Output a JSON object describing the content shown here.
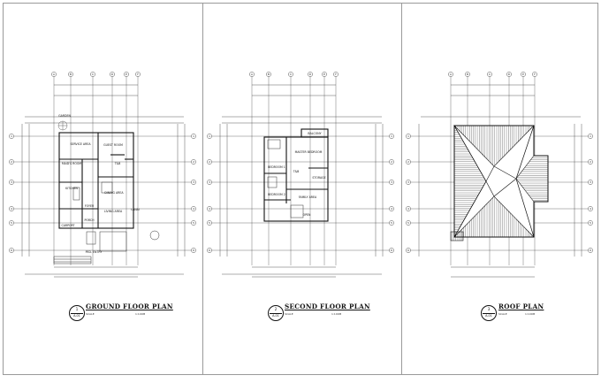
{
  "grid_labels": [
    "A",
    "B",
    "C",
    "D",
    "E",
    "F"
  ],
  "row_labels": [
    "1",
    "2",
    "3",
    "4",
    "5",
    "6"
  ],
  "ground": {
    "title": "GROUND FLOOR PLAN",
    "number": "1",
    "sheet": "A-01",
    "scale_label": "SCALE",
    "scale_value": "1:100M",
    "rooms": {
      "service_area": "SERVICE AREA",
      "guest_room": "GUEST ROOM",
      "maids_room": "MAID'S ROOM",
      "tb": "T&B",
      "kitchen": "KITCHEN",
      "dining_area": "DINING AREA",
      "foyer": "FOYER",
      "living_area": "LIVING AREA",
      "porch": "PORCH",
      "carport": "CARPORT",
      "lanai": "LANAI",
      "pedestrian": "PED. ENTRY",
      "garden": "GARDEN"
    }
  },
  "second": {
    "title": "SECOND FLOOR PLAN",
    "number": "2",
    "sheet": "A-01",
    "scale_label": "SCALE",
    "scale_value": "1:100M",
    "rooms": {
      "balcony": "BALCONY",
      "master_bedroom": "MASTER BEDROOM",
      "bedroom1": "BEDROOM 1",
      "bedroom2": "BEDROOM 2",
      "family_area": "FAMILY AREA",
      "tb": "T&B",
      "open": "OPEN",
      "storage": "STORAGE"
    }
  },
  "roof": {
    "title": "ROOF PLAN",
    "number": "3",
    "sheet": "A-01",
    "scale_label": "SCALE",
    "scale_value": "1:100M"
  }
}
